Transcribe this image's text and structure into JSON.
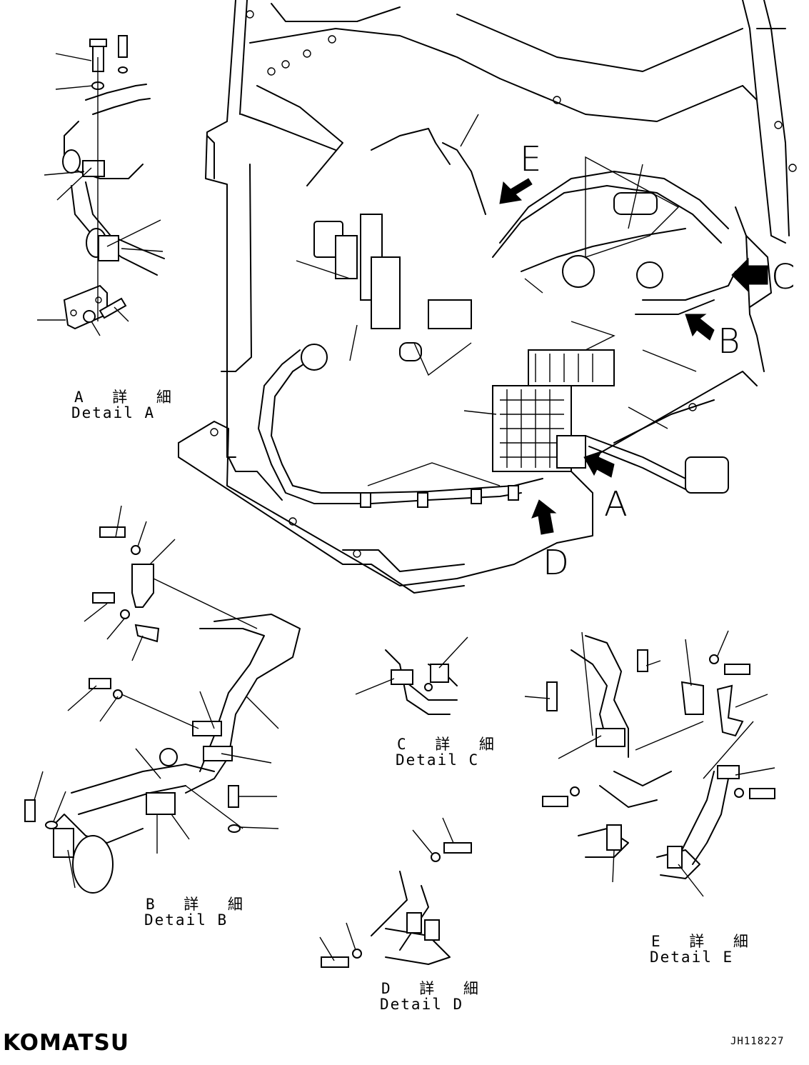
{
  "views": {
    "a": "A",
    "b": "B",
    "c": "C",
    "d": "D",
    "e": "E"
  },
  "details": {
    "a": {
      "jp": "A 詳 細",
      "en": "Detail A"
    },
    "b": {
      "jp": "B 詳 細",
      "en": "Detail B"
    },
    "c": {
      "jp": "C 詳 細",
      "en": "Detail C"
    },
    "d": {
      "jp": "D 詳 細",
      "en": "Detail D"
    },
    "e": {
      "jp": "E 詳 細",
      "en": "Detail E"
    }
  },
  "brand": "KOMATSU",
  "drawing_code": "JH118227"
}
